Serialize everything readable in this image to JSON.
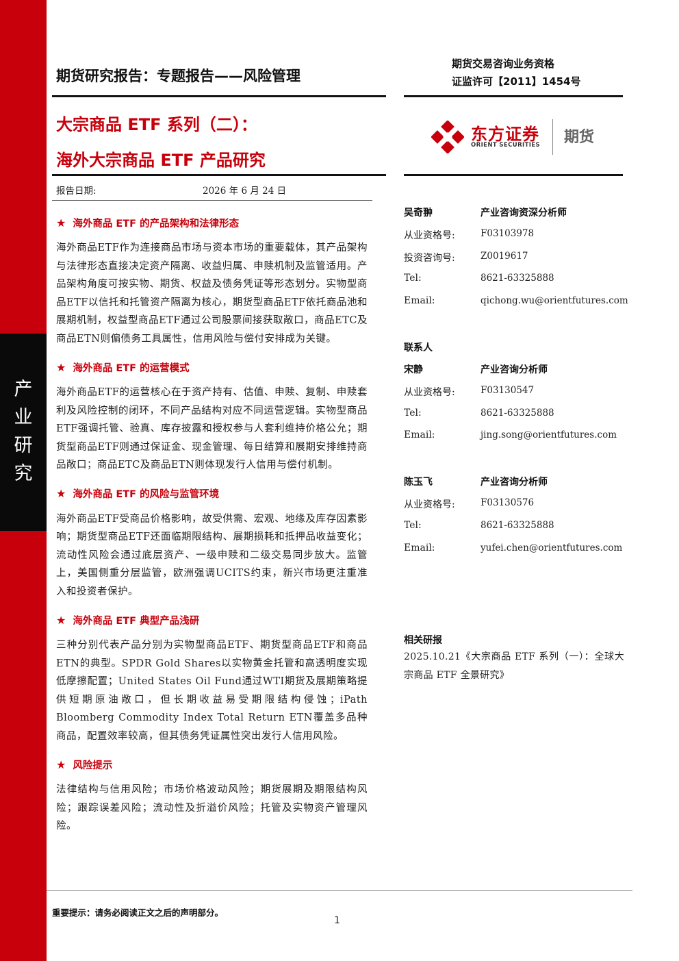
{
  "side": {
    "vertical_label": [
      "产",
      "业",
      "研",
      "究"
    ]
  },
  "header": {
    "report_type": "期货研究报告：专题报告——风险管理",
    "license_line1": "期货交易咨询业务资格",
    "license_line2": "证监许可【2011】1454号"
  },
  "title": {
    "line1": "大宗商品 ETF 系列（二）：",
    "line2": "海外大宗商品 ETF 产品研究"
  },
  "logo": {
    "cn_name": "东方证券",
    "en_name": "ORIENT SECURITIES",
    "suffix": "期货",
    "colors": {
      "red": "#c8000b",
      "gray": "#666666"
    }
  },
  "report_date": {
    "label": "报告日期:",
    "value": "2026 年 6 月 24 日"
  },
  "sections": [
    {
      "heading": "海外商品 ETF 的产品架构和法律形态",
      "body": "海外商品ETF作为连接商品市场与资本市场的重要载体，其产品架构与法律形态直接决定资产隔离、收益归属、申赎机制及监管适用。产品架构角度可按实物、期货、权益及债务凭证等形态划分。实物型商品ETF以信托和托管资产隔离为核心，期货型商品ETF依托商品池和展期机制，权益型商品ETF通过公司股票间接获取敞口，商品ETC及商品ETN则偏债务工具属性，信用风险与偿付安排成为关键。"
    },
    {
      "heading": "海外商品 ETF 的运营模式",
      "body": "海外商品ETF的运营核心在于资产持有、估值、申赎、复制、申赎套利及风险控制的闭环，不同产品结构对应不同运营逻辑。实物型商品ETF强调托管、验真、库存披露和授权参与人套利维持价格公允；期货型商品ETF则通过保证金、现金管理、每日结算和展期安排维持商品敞口；商品ETC及商品ETN则体现发行人信用与偿付机制。"
    },
    {
      "heading": "海外商品 ETF 的风险与监管环境",
      "body": "海外商品ETF受商品价格影响，故受供需、宏观、地缘及库存因素影响；期货型商品ETF还面临期限结构、展期损耗和抵押品收益变化；流动性风险会通过底层资产、一级申赎和二级交易同步放大。监管上，美国侧重分层监管，欧洲强调UCITS约束，新兴市场更注重准入和投资者保护。"
    },
    {
      "heading": "海外商品 ETF 典型产品浅研",
      "body": "三种分别代表产品分别为实物型商品ETF、期货型商品ETF和商品ETN的典型。SPDR Gold Shares以实物黄金托管和高透明度实现低摩擦配置；United States Oil Fund通过WTI期货及展期策略提供短期原油敞口，但长期收益易受期限结构侵蚀；iPath Bloomberg Commodity Index Total Return ETN覆盖多品种商品，配置效率较高，但其债务凭证属性突出发行人信用风险。"
    },
    {
      "heading": "风险提示",
      "body": "法律结构与信用风险；市场价格波动风险；期货展期及期限结构风险；跟踪误差风险；流动性及折溢价风险；托管及实物资产管理风险。"
    }
  ],
  "analysts": [
    {
      "name": "吴奇翀",
      "title": "产业咨询资深分析师",
      "rows": [
        {
          "k": "从业资格号:",
          "v": "F03103978"
        },
        {
          "k": "投资咨询号:",
          "v": "Z0019617"
        },
        {
          "k": "Tel:",
          "v": "8621-63325888"
        },
        {
          "k": "Email:",
          "v": "qichong.wu@orientfutures.com"
        }
      ]
    }
  ],
  "contacts_label": "联系人",
  "contacts": [
    {
      "name": "宋静",
      "title": "产业咨询分析师",
      "rows": [
        {
          "k": "从业资格号:",
          "v": "F03130547"
        },
        {
          "k": "Tel:",
          "v": "8621-63325888"
        },
        {
          "k": "Email:",
          "v": "jing.song@orientfutures.com"
        }
      ]
    },
    {
      "name": "陈玉飞",
      "title": "产业咨询分析师",
      "rows": [
        {
          "k": "从业资格号:",
          "v": "F03130576"
        },
        {
          "k": "Tel:",
          "v": "8621-63325888"
        },
        {
          "k": "Email:",
          "v": "yufei.chen@orientfutures.com"
        }
      ]
    }
  ],
  "related": {
    "heading": "相关研报",
    "items": [
      "2025.10.21《大宗商品 ETF 系列（一）：全球大宗商品 ETF 全景研究》"
    ]
  },
  "footer": {
    "note": "重要提示：请务必阅读正文之后的声明部分。",
    "page_number": "1"
  }
}
